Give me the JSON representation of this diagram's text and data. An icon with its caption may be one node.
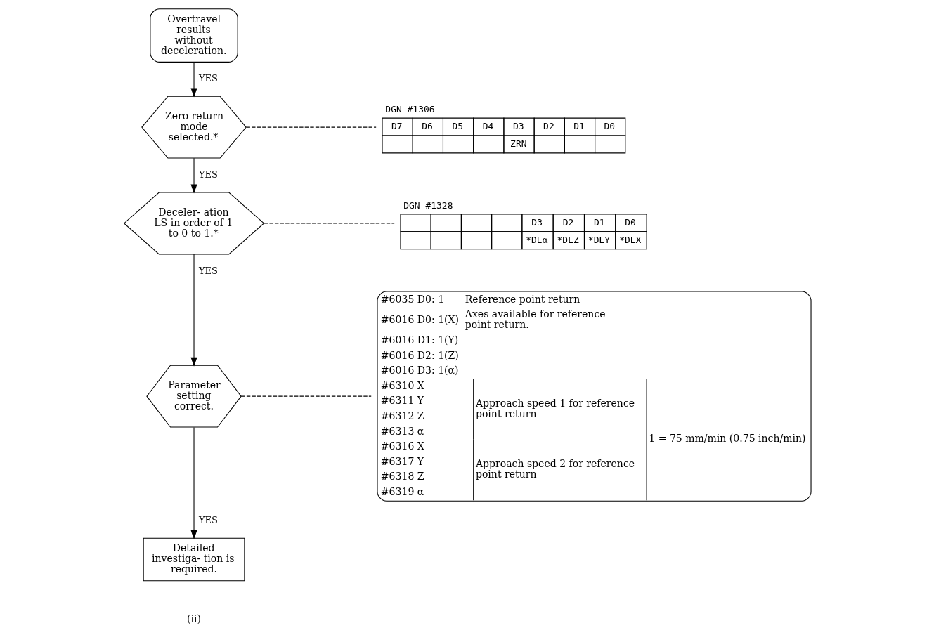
{
  "diagram": {
    "nodes": [
      {
        "text": [
          "Overtravel results without deceleration."
        ]
      },
      {
        "text": [
          "Zero return mode selected.*"
        ]
      },
      {
        "text": [
          "Deceler- ation LS in order of 1 to 0 to 1.*"
        ]
      },
      {
        "text": [
          "Parameter setting correct."
        ]
      },
      {
        "text": [
          "Detailed investiga- tion is required."
        ]
      },
      {
        "text": [
          "DGN #1306",
          "D7",
          "D6",
          "D5",
          "D4",
          "D3",
          "D2",
          "D1",
          "D0",
          "ZRN"
        ]
      },
      {
        "text": [
          "DGN #1328",
          "D3",
          "D2",
          "D1",
          "D0",
          "*DEα",
          "*DEZ",
          "*DEY",
          "*DEX"
        ]
      },
      {
        "text": [
          "#6035 D0: 1",
          "Reference point return",
          "#6016 D0: 1(X)",
          "Axes available for reference point return.",
          "#6016 D1: 1(Y)",
          "#6016 D2: 1(Z)",
          "#6016 D3: 1(α)",
          "#6310 X",
          "#6311 Y",
          "#6312 Z",
          "#6313 α",
          "Approach speed 1 for reference point return",
          "#6316 X",
          "#6317 Y",
          "#6318 Z",
          "#6319 α",
          "Approach speed 2 for reference point return",
          "1 = 75 mm/min (0.75 inch/min)"
        ]
      }
    ],
    "edges": [
      {
        "from": 0,
        "to": 1,
        "arrow": "to",
        "label": "YES"
      },
      {
        "from": 1,
        "to": 2,
        "arrow": "to",
        "label": "YES"
      },
      {
        "from": 2,
        "to": 3,
        "arrow": "to",
        "label": "YES"
      },
      {
        "from": 3,
        "to": 4,
        "arrow": "to",
        "label": "YES"
      },
      {
        "from": 1,
        "to": 5,
        "arrow": "none",
        "style": "dashed"
      },
      {
        "from": 2,
        "to": 6,
        "arrow": "none",
        "style": "dashed"
      },
      {
        "from": 3,
        "to": 7,
        "arrow": "none",
        "style": "dashed"
      }
    ],
    "labels": [
      "(ii)"
    ]
  }
}
